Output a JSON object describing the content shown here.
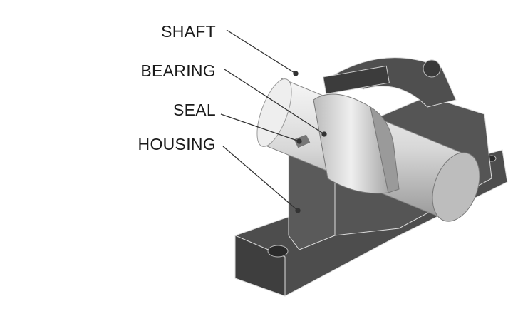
{
  "labels": {
    "shaft": "SHAFT",
    "bearing": "BEARING",
    "seal": "SEAL",
    "housing": "HOUSING"
  },
  "colors": {
    "housing_dark": "#4a4a4a",
    "housing_light": "#7a7a7a",
    "shaft": "#e8e8e8",
    "bearing": "#d6d6d6",
    "leader": "#333333"
  }
}
